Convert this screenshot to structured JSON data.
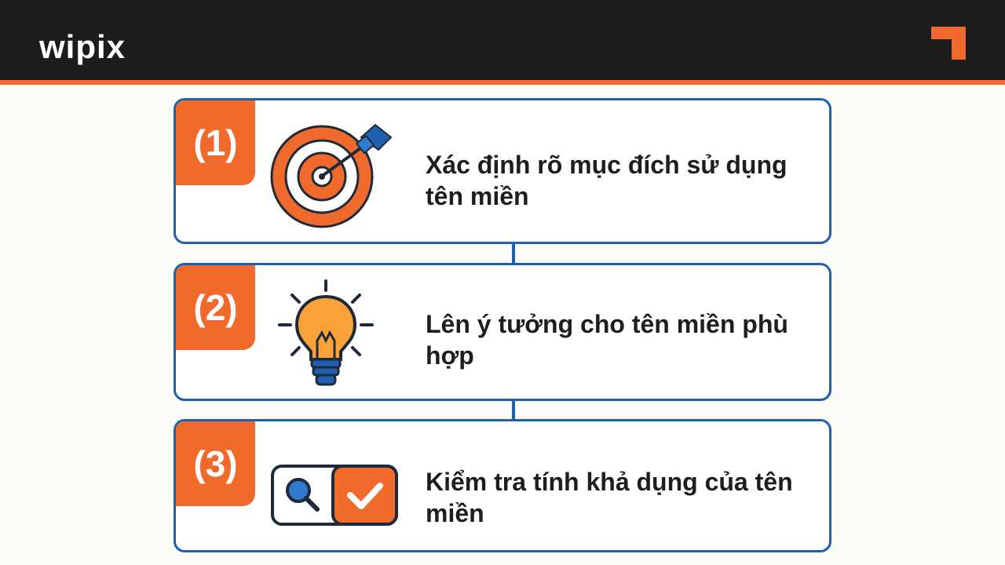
{
  "header": {
    "logo_text": "wipix",
    "accent_color": "#f06a2c",
    "background_color": "#1c1c1c"
  },
  "steps": [
    {
      "number": "(1)",
      "text": "Xác định rõ mục đích sử dụng tên miền",
      "icon": "target-arrow-icon"
    },
    {
      "number": "(2)",
      "text": "Lên ý tưởng cho tên miền phù hợp",
      "icon": "lightbulb-icon"
    },
    {
      "number": "(3)",
      "text": "Kiểm tra tính khả dụng của tên miền",
      "icon": "search-check-icon"
    }
  ],
  "colors": {
    "border_blue": "#1f5fae",
    "badge_orange": "#f06a2c",
    "text_dark": "#1e1e1e"
  }
}
